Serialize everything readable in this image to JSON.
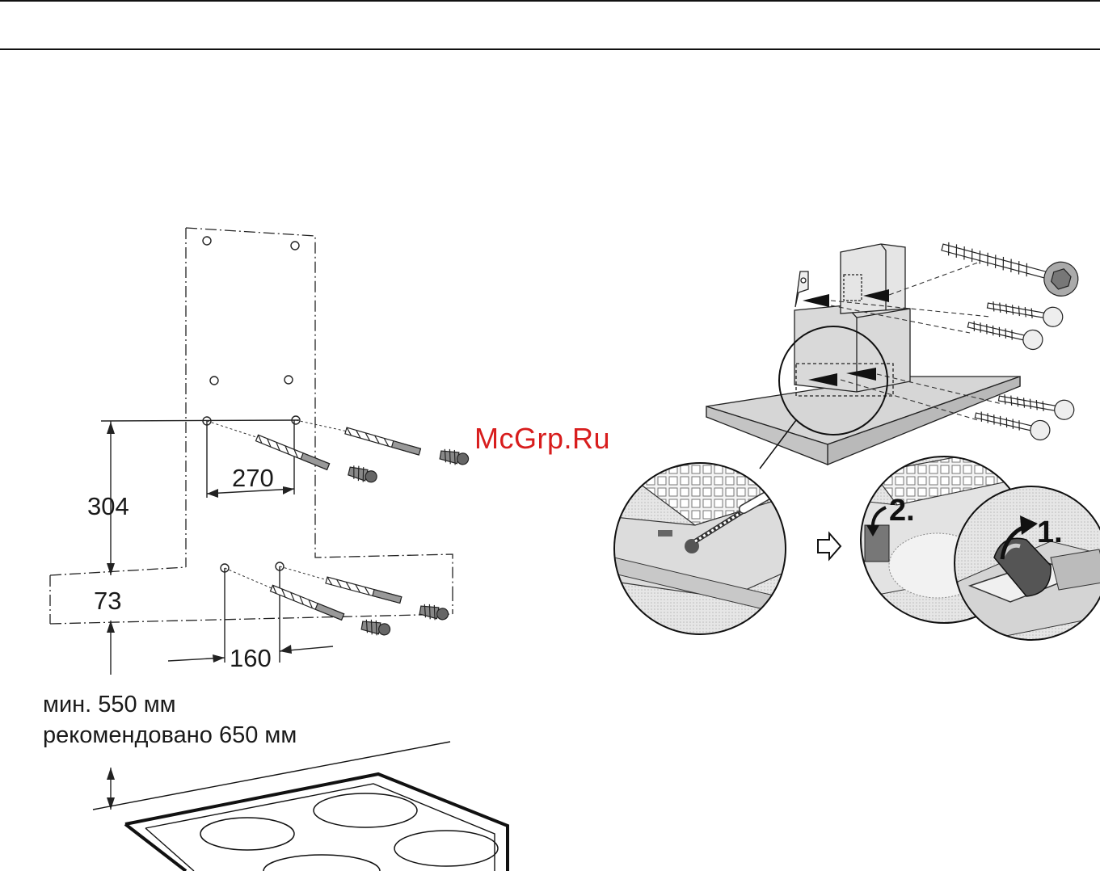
{
  "dimensions": {
    "width_top": "270",
    "height_total": "304",
    "height_lower": "73",
    "width_bottom": "160"
  },
  "clearance": {
    "min": "мин. 550 мм",
    "recommended": "рекомендовано 650 мм"
  },
  "watermark": "McGrp.Ru",
  "steps": {
    "step1": "1.",
    "step2": "2."
  },
  "colors": {
    "watermark": "#d81d1d",
    "line": "#1a1a1a",
    "hood_fill": "#cfcfcf"
  }
}
